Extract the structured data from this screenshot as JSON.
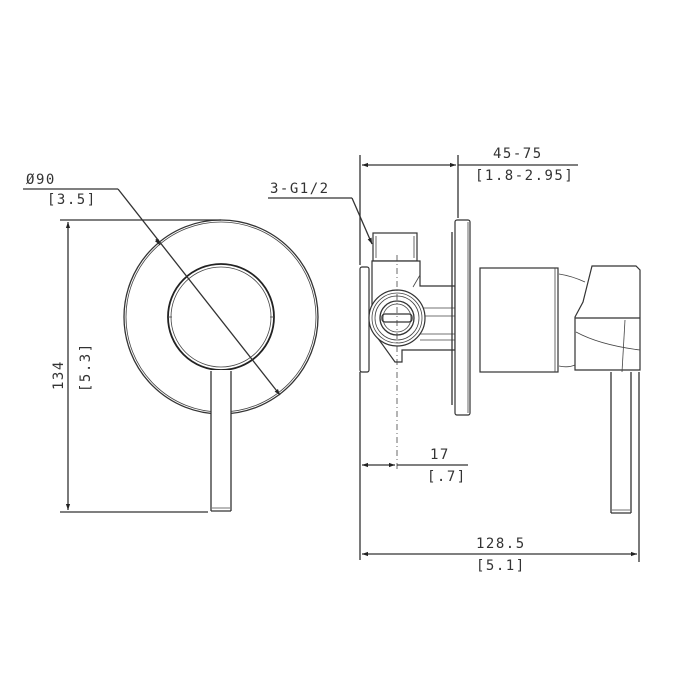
{
  "drawing": {
    "subject": "Wall-mounted single-lever shower mixer valve",
    "views": [
      "front-view",
      "side-view"
    ],
    "colors": {
      "line": "#333333",
      "background": "#ffffff"
    }
  },
  "front_view": {
    "diameter": {
      "symbol": "Ø",
      "mm": "90",
      "inch": "[3.5]"
    },
    "height": {
      "mm": "134",
      "inch": "[5.3]"
    }
  },
  "side_view": {
    "thread_callout": "3-G1/2",
    "wall_depth": {
      "mm": "45-75",
      "inch": "[1.8-2.95]"
    },
    "inlet_offset": {
      "mm": "17",
      "inch": "[.7]"
    },
    "overall_depth": {
      "mm": "128.5",
      "inch": "[5.1]"
    }
  }
}
